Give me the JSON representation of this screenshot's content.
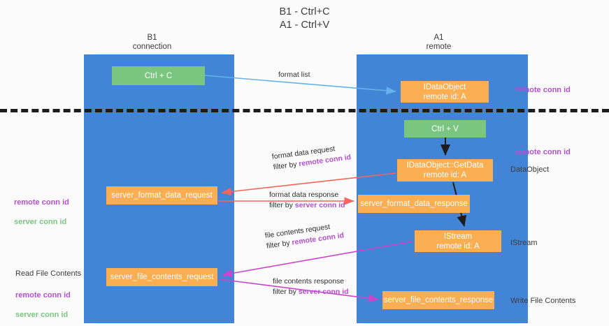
{
  "title": "B1 - Ctrl+C\nA1 - Ctrl+V",
  "columns": {
    "left": "B1\nconnection",
    "right": "A1\nremote"
  },
  "colors": {
    "lane": "#4285d6",
    "node_green": "#7ac57f",
    "node_orange": "#f9ae52",
    "conn_id_purple": "#b44fd0",
    "server_conn_green": "#7ac57f",
    "arrow_blue": "#63b3e8",
    "arrow_red": "#f4665c",
    "arrow_magenta": "#cc44cc",
    "arrow_black": "#1c1c1c",
    "background": "#fbfbfb"
  },
  "nodes": {
    "ctrl_c": "Ctrl + C",
    "idataobject": "IDataObject\nremote id: A",
    "ctrl_v": "Ctrl + V",
    "getdata": "IDataObject::GetData\nremote id: A",
    "server_format_data_request": "server_format_data_request",
    "server_format_data_response": "server_format_data_response",
    "istream": "IStream\nremote id: A",
    "server_file_contents_request": "server_file_contents_request",
    "server_file_contents_response": "server_file_contents_response"
  },
  "edges": {
    "format_list": "format list",
    "format_data_request": "format data request",
    "format_data_request_filter_prefix": "filter by ",
    "format_data_request_filter_value": "remote conn id",
    "format_data_response": "format data response",
    "format_data_response_filter_prefix": "filter by ",
    "format_data_response_filter_value": "server conn id",
    "file_contents_request": "file contents request",
    "file_contents_request_filter_prefix": "filter by ",
    "file_contents_request_filter_value": "remote conn id",
    "file_contents_response": "file contents response",
    "file_contents_response_filter_prefix": "filter by ",
    "file_contents_response_filter_value": "server conn id"
  },
  "annotations": {
    "remote_conn_id_top": "remote conn id",
    "remote_conn_id_mid": "remote conn id",
    "dataobject": "DataObject",
    "istream": "IStream",
    "write_file_contents": "Write File Contents",
    "read_file_contents": "Read File Contents",
    "left_remote_conn_id": "remote conn id",
    "left_server_conn_id": "server conn id",
    "left_bottom_remote_conn_id": "remote conn id",
    "left_bottom_server_conn_id": "server conn id"
  }
}
